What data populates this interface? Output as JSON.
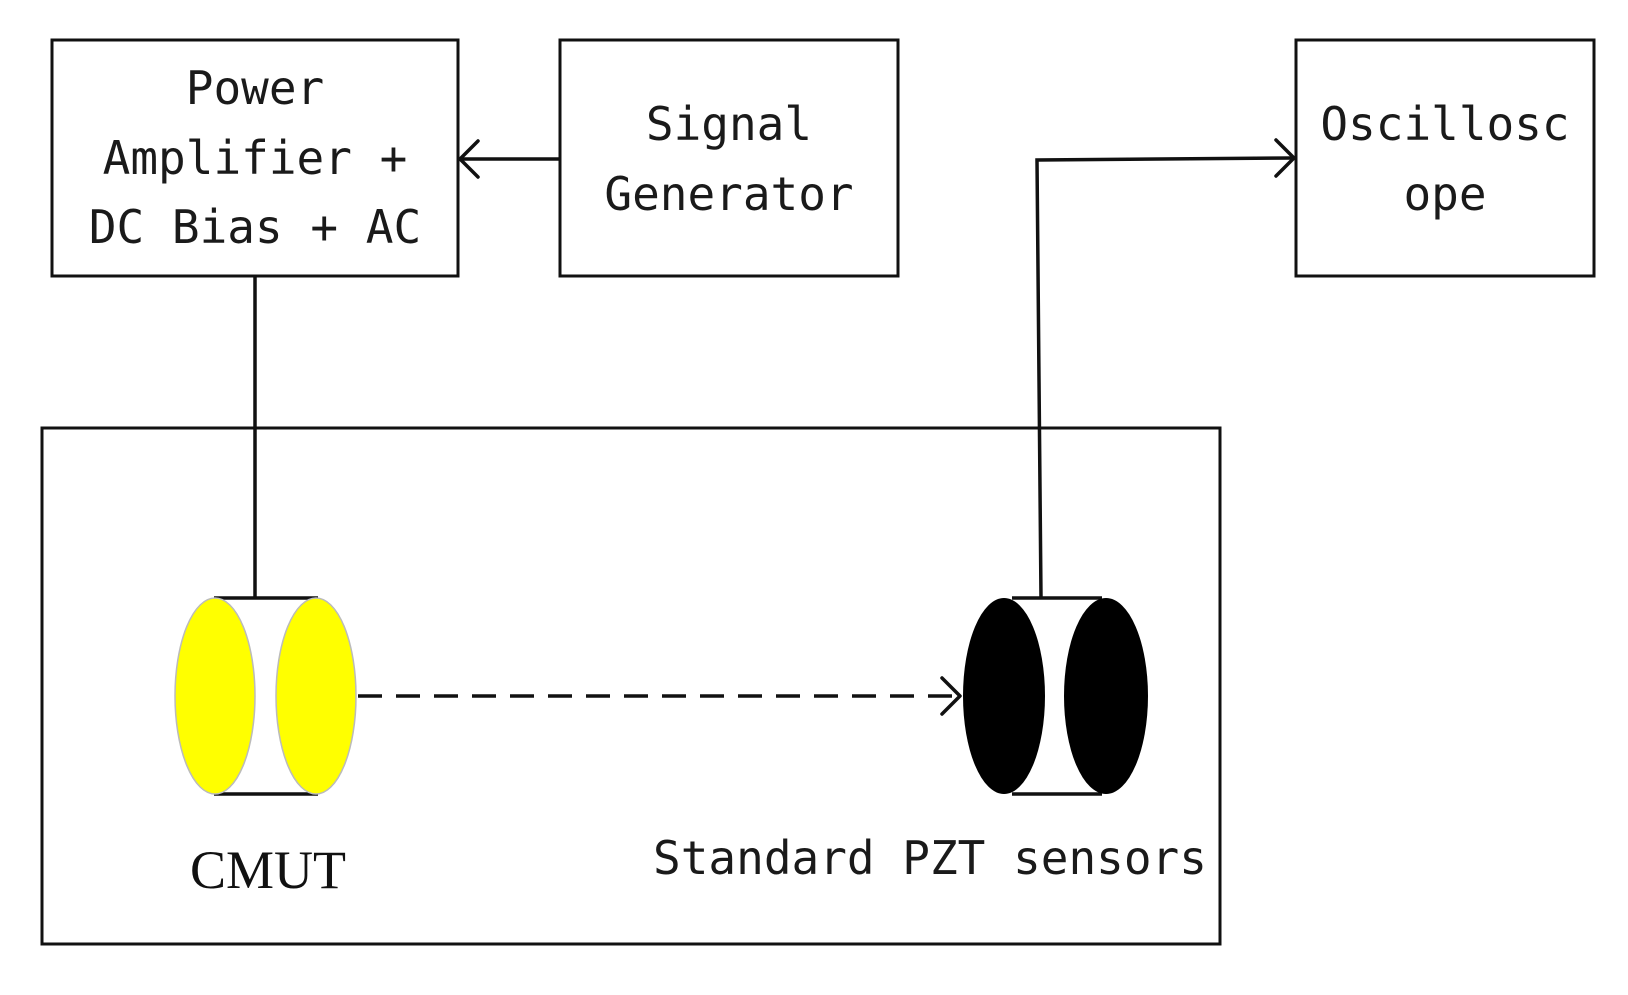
{
  "blocks": {
    "power_amplifier": {
      "lines": [
        "Power",
        "Amplifier +",
        "DC Bias + AC"
      ]
    },
    "signal_generator": {
      "lines": [
        "Signal",
        "Generator"
      ]
    },
    "oscilloscope": {
      "lines": [
        "Oscillosc",
        "ope"
      ]
    }
  },
  "transducers": {
    "cmut": {
      "label": "CMUT",
      "color": "#ffff00"
    },
    "pzt": {
      "label": "Standard PZT sensors",
      "color": "#000000"
    }
  }
}
